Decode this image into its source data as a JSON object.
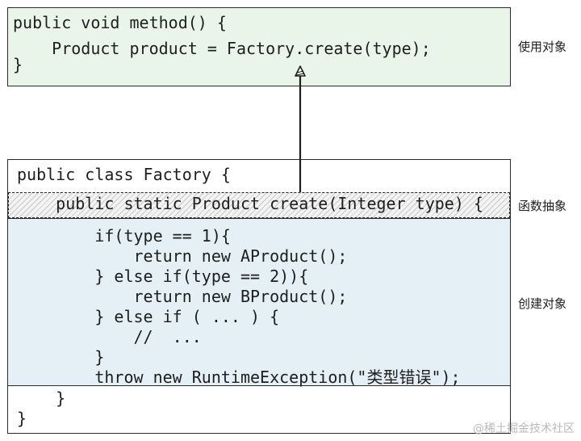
{
  "user_code": {
    "lines": [
      "public void method() {",
      "    Product product = Factory.create(type);",
      "}"
    ]
  },
  "factory_code": {
    "header": "public class Factory {",
    "signature": "    public static Product create(Integer type) {",
    "body": [
      "        if(type == 1){",
      "            return new AProduct();",
      "        } else if(type == 2)){",
      "            return new BProduct();",
      "        } else if ( ... ) {",
      "            //  ...",
      "        }",
      "        throw new RuntimeException(\"类型错误\");"
    ],
    "footer": [
      "    }",
      "}"
    ]
  },
  "labels": {
    "user_object": "使用对象",
    "abstract_function": "函数抽象",
    "create_object": "创建对象"
  },
  "watermark": "@稀土掘金技术社区",
  "colors": {
    "user_box_fill": "#eaf5e9",
    "create_body_fill": "#e4eff6",
    "border": "#2a2a2a"
  }
}
